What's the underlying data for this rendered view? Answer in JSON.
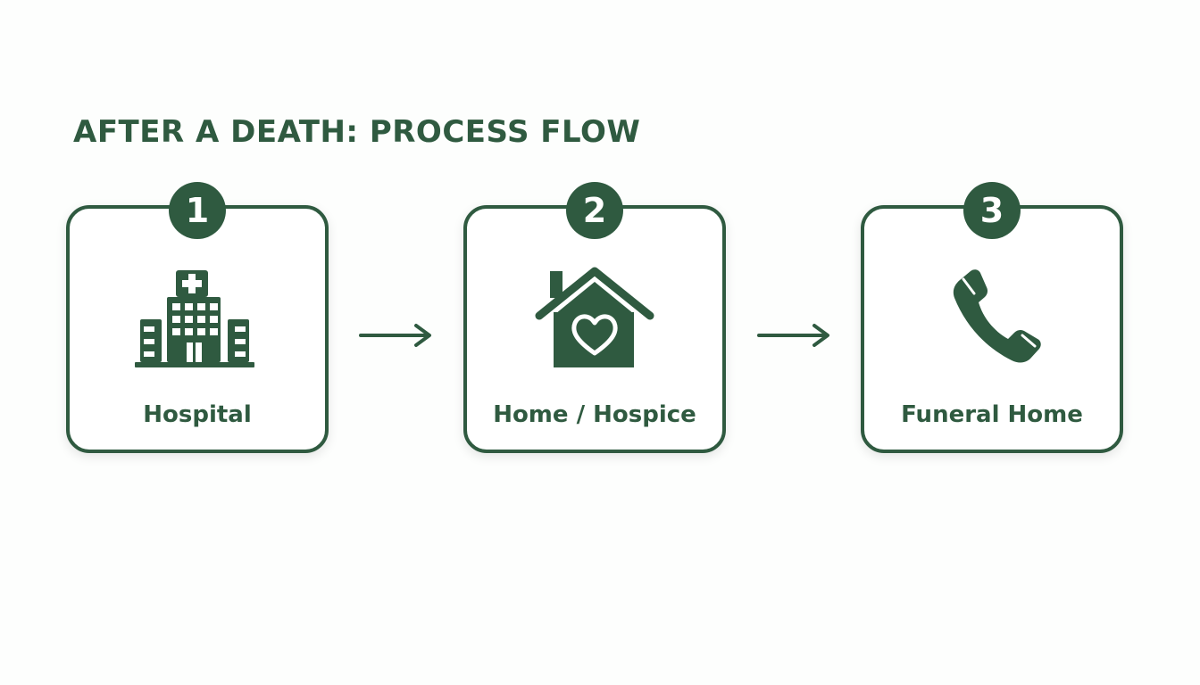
{
  "title": "AFTER A DEATH: PROCESS FLOW",
  "colors": {
    "accent": "#2f5a40",
    "background": "#fdfefd",
    "card_background": "#ffffff"
  },
  "steps": [
    {
      "number": "1",
      "label": "Hospital",
      "icon": "hospital-icon"
    },
    {
      "number": "2",
      "label": "Home / Hospice",
      "icon": "house-heart-icon"
    },
    {
      "number": "3",
      "label": "Funeral Home",
      "icon": "phone-icon"
    }
  ],
  "connectors": [
    "arrow-right-icon",
    "arrow-right-icon"
  ]
}
